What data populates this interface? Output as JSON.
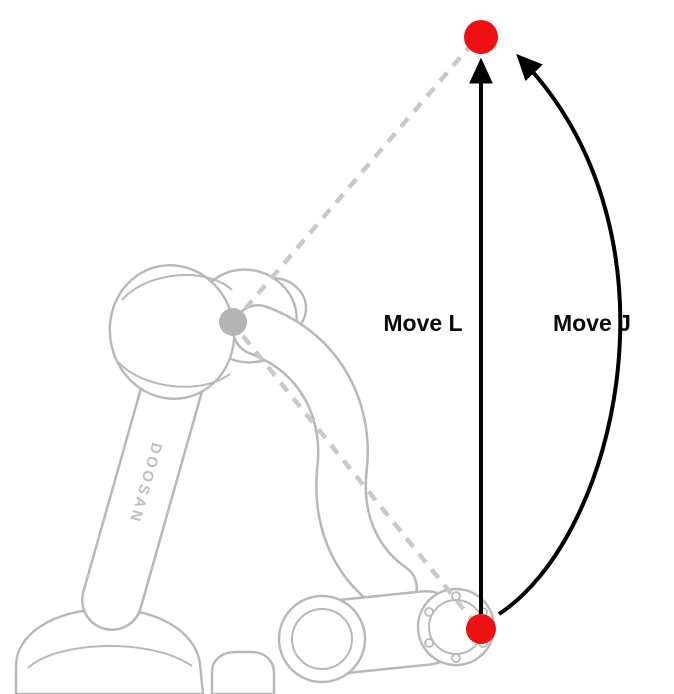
{
  "diagram": {
    "labels": {
      "move_l": "Move L",
      "move_j": "Move J"
    },
    "brand": "DOOSAN",
    "colors": {
      "point_red": "#ee1111",
      "joint_gray": "#b5b5b5",
      "dashed_gray": "#c9c9c9",
      "path_black": "#000000",
      "robot_outline": "#b8b8b8"
    }
  }
}
